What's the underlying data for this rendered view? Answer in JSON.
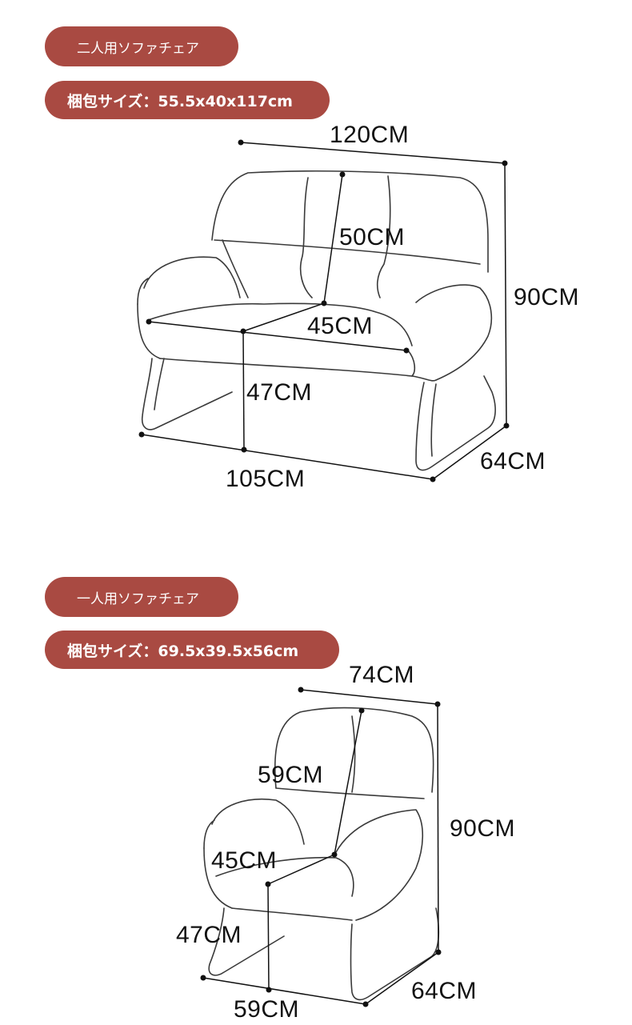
{
  "sections": [
    {
      "title": "二人用ソファチェア",
      "package_size": "梱包サイズ：55.5x40x117cm",
      "dimensions": {
        "width": "120CM",
        "backrest_height": "50CM",
        "height": "90CM",
        "seat_depth": "45CM",
        "seat_height": "47CM",
        "depth": "64CM",
        "base_width": "105CM"
      }
    },
    {
      "title": "一人用ソファチェア",
      "package_size": "梱包サイズ：69.5x39.5x56cm",
      "dimensions": {
        "width": "74CM",
        "backrest_height": "59CM",
        "height": "90CM",
        "seat_depth": "45CM",
        "seat_height": "47CM",
        "depth": "64CM",
        "base_width": "59CM"
      }
    }
  ]
}
